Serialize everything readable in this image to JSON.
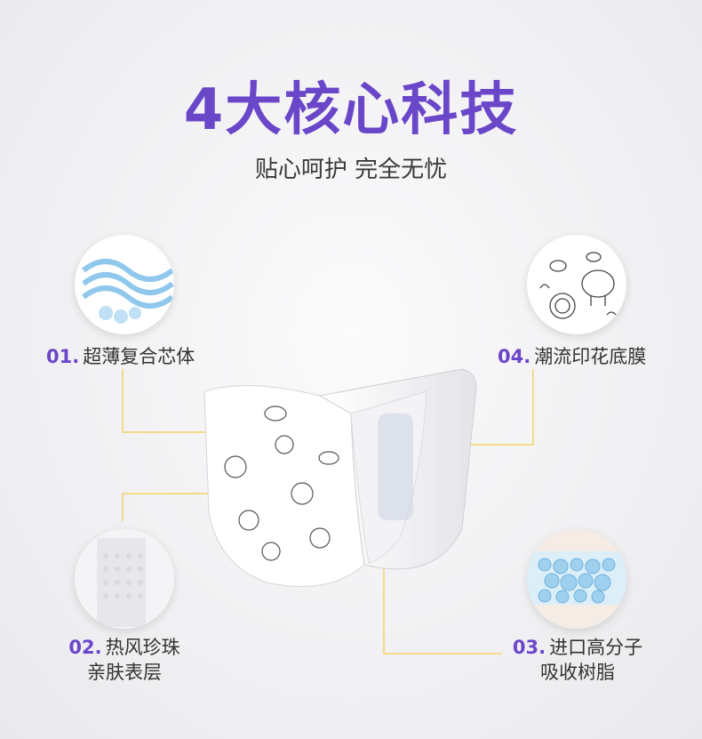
{
  "title": "4大核心科技",
  "subtitle": "贴心呵护 完全无忧",
  "features": [
    {
      "num": "01.",
      "text": "超薄复合芯体"
    },
    {
      "num": "02.",
      "line1": "热风珍珠",
      "line2": "亲肤表层"
    },
    {
      "num": "03.",
      "line1": "进口高分子",
      "line2": "吸收树脂"
    },
    {
      "num": "04.",
      "text": "潮流印花底膜"
    }
  ],
  "colors": {
    "accent": "#6a46c9",
    "line": "#f3d36a",
    "text": "#333333"
  },
  "icons": [
    "core-layer-icon",
    "pearl-surface-icon",
    "polymer-beads-icon",
    "print-film-icon"
  ]
}
